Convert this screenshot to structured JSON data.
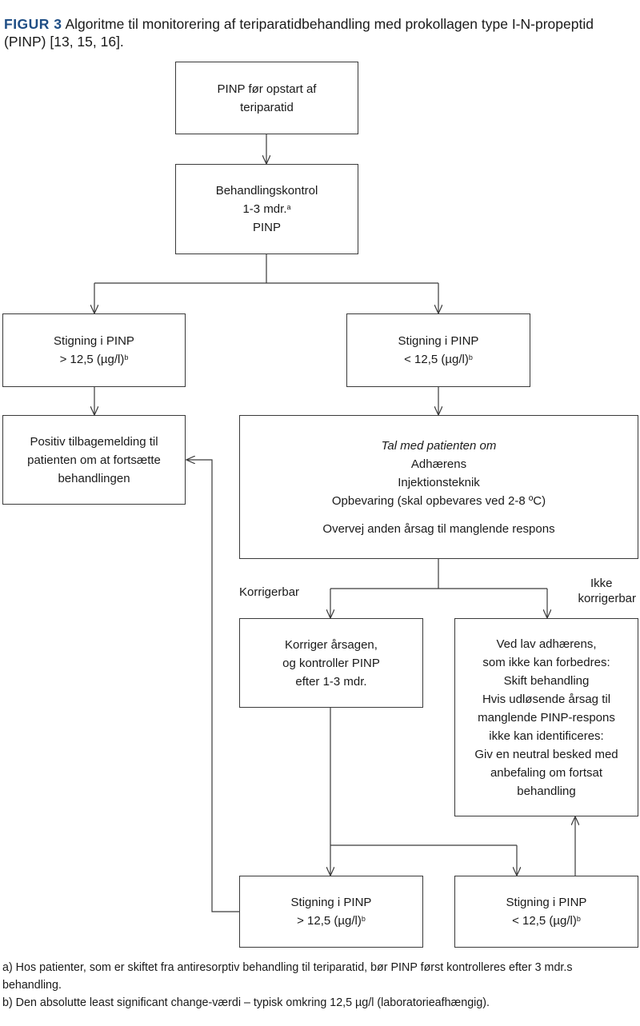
{
  "figure": {
    "label": "FIGUR 3",
    "caption": "Algoritme til monitorering af teriparatidbehandling med prokollagen type I-N-propeptid (PINP) [13, 15, 16]."
  },
  "nodes": {
    "start": {
      "lines": [
        "PINP før opstart af",
        "teriparatid"
      ]
    },
    "control": {
      "line1": "Behandlingskontrol",
      "line2": "1-3 mdr.",
      "line2_sup": "a",
      "line3": "PINP"
    },
    "rise_high": {
      "line1": "Stigning i PINP",
      "line2": "> 12,5 (µg/l)",
      "line2_sup": "b"
    },
    "rise_low": {
      "line1": "Stigning i PINP",
      "line2": "< 12,5 (µg/l)",
      "line2_sup": "b"
    },
    "positive": {
      "lines": [
        "Positiv tilbagemelding til",
        "patienten om at fortsætte",
        "behandlingen"
      ]
    },
    "talk": {
      "heading": "Tal med patienten om",
      "items": [
        "Adhærens",
        "Injektionsteknik",
        "Opbevaring (skal opbevares ved 2-8 ºC)"
      ],
      "note": "Overvej anden årsag til manglende respons"
    },
    "correct": {
      "lines": [
        "Korriger årsagen,",
        "og kontroller PINP",
        "efter 1-3 mdr."
      ]
    },
    "not_correctable_action": {
      "lines": [
        "Ved lav adhærens,",
        "som ikke kan forbedres:",
        "Skift behandling",
        "Hvis udløsende årsag til",
        "manglende PINP-respons",
        "ikke kan identificeres:",
        "Giv en neutral besked med",
        "anbefaling om fortsat",
        "behandling"
      ]
    },
    "rise_high_2": {
      "line1": "Stigning i PINP",
      "line2": "> 12,5 (µg/l)",
      "line2_sup": "b"
    },
    "rise_low_2": {
      "line1": "Stigning i PINP",
      "line2": "< 12,5 (µg/l)",
      "line2_sup": "b"
    }
  },
  "edge_labels": {
    "correctable": "Korrigerbar",
    "not_correctable_1": "Ikke",
    "not_correctable_2": "korrigerbar"
  },
  "footnotes": {
    "a": "a) Hos patienter, som er skiftet fra antiresorptiv behandling til teriparatid, bør PINP først kontrolleres efter 3 mdr.s behandling.",
    "b": "b) Den absolutte least significant change-værdi – typisk omkring 12,5 µg/l (laboratorieafhængig)."
  }
}
